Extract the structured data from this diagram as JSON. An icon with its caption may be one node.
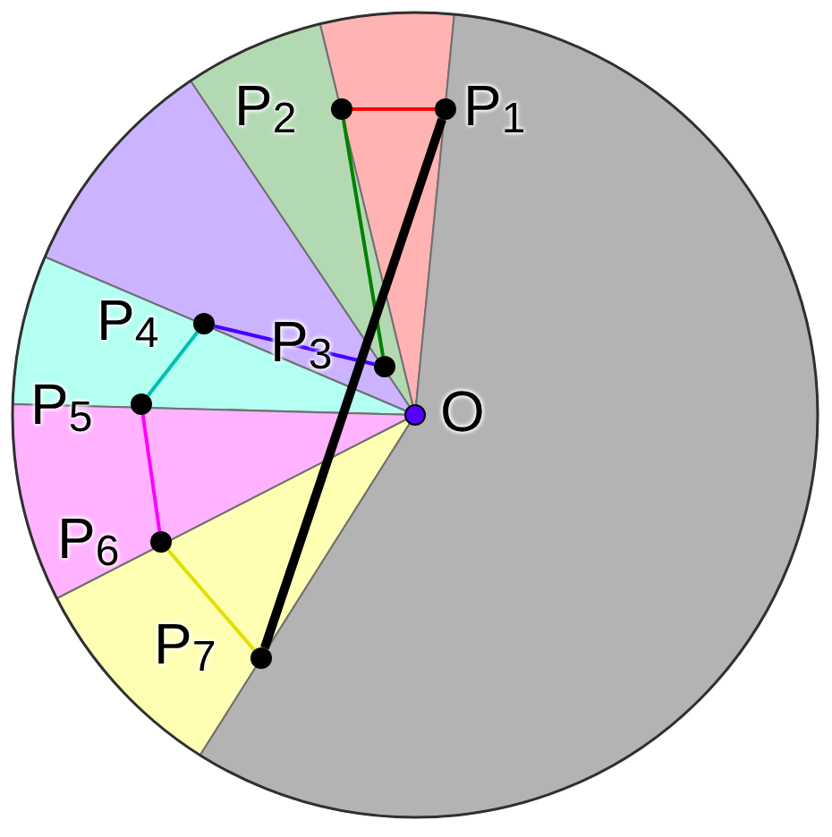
{
  "diagram": {
    "nodes": [
      {
        "text": [],
        "shape": "circle",
        "beside": [
          "P$_{1}$"
        ]
      },
      {
        "text": [],
        "shape": "circle",
        "beside": [
          "P$_{2}$"
        ]
      },
      {
        "text": [],
        "shape": "circle",
        "beside": [
          "P$_{3}$"
        ]
      },
      {
        "text": [],
        "shape": "circle",
        "beside": [
          "P$_{4}$"
        ]
      },
      {
        "text": [],
        "shape": "circle",
        "beside": [
          "P$_{5}$"
        ]
      },
      {
        "text": [],
        "shape": "circle",
        "beside": [
          "P$_{6}$"
        ]
      },
      {
        "text": [],
        "shape": "circle",
        "beside": [
          "P$_{7}$"
        ]
      },
      {
        "text": [],
        "shape": "circle",
        "beside": [
          "O"
        ]
      }
    ],
    "edges": [
      {
        "from": 0,
        "to": 1,
        "arrow": "none",
        "color": "#ff0000"
      },
      {
        "from": 1,
        "to": 2,
        "arrow": "none",
        "color": "#008000"
      },
      {
        "from": 2,
        "to": 3,
        "arrow": "none",
        "color": "#4400ff"
      },
      {
        "from": 3,
        "to": 4,
        "arrow": "none",
        "color": "#00c0b0"
      },
      {
        "from": 4,
        "to": 5,
        "arrow": "none",
        "color": "#ff00ff"
      },
      {
        "from": 5,
        "to": 6,
        "arrow": "none",
        "color": "#e0e000"
      },
      {
        "from": 6,
        "to": 0,
        "arrow": "none",
        "style": "thick",
        "color": "#000000"
      }
    ]
  }
}
